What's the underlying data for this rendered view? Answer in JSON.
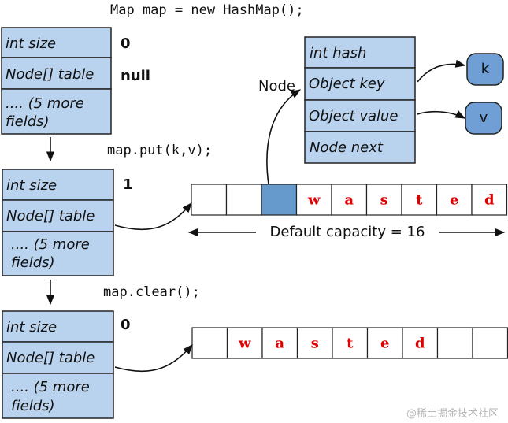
{
  "code": {
    "line1": "Map map = new HashMap();",
    "line2": "map.put(k,v);",
    "line3": "map.clear();"
  },
  "map_boxes": [
    {
      "field1": "int size",
      "field2": "Node[] table",
      "field3a": ".... (5 more",
      "field3b": "fields)",
      "size_value": "0",
      "table_value": "null"
    },
    {
      "field1": "int size",
      "field2": "Node[] table",
      "field3a": ".... (5 more",
      "field3b": "fields)",
      "size_value": "1"
    },
    {
      "field1": "int size",
      "field2": "Node[] table",
      "field3a": ".... (5 more",
      "field3b": "fields)",
      "size_value": "0"
    }
  ],
  "node": {
    "label": "Node",
    "fields": [
      "int hash",
      "Object key",
      "Object value",
      "Node next"
    ],
    "key_label": "k",
    "value_label": "v"
  },
  "array_put": {
    "cells": [
      "",
      "",
      "",
      "w",
      "a",
      "s",
      "t",
      "e",
      "d"
    ],
    "filled_index": 2
  },
  "array_clear": {
    "cells": [
      "",
      "w",
      "a",
      "s",
      "t",
      "e",
      "d",
      "",
      ""
    ]
  },
  "capacity_label": "Default capacity = 16",
  "watermark": "@稀土掘金技术社区",
  "colors": {
    "box_fill": "#b9d3ee",
    "oval_fill": "#6f9fd4",
    "filled_cell": "#6699cc",
    "wasted_text": "#e00000"
  }
}
